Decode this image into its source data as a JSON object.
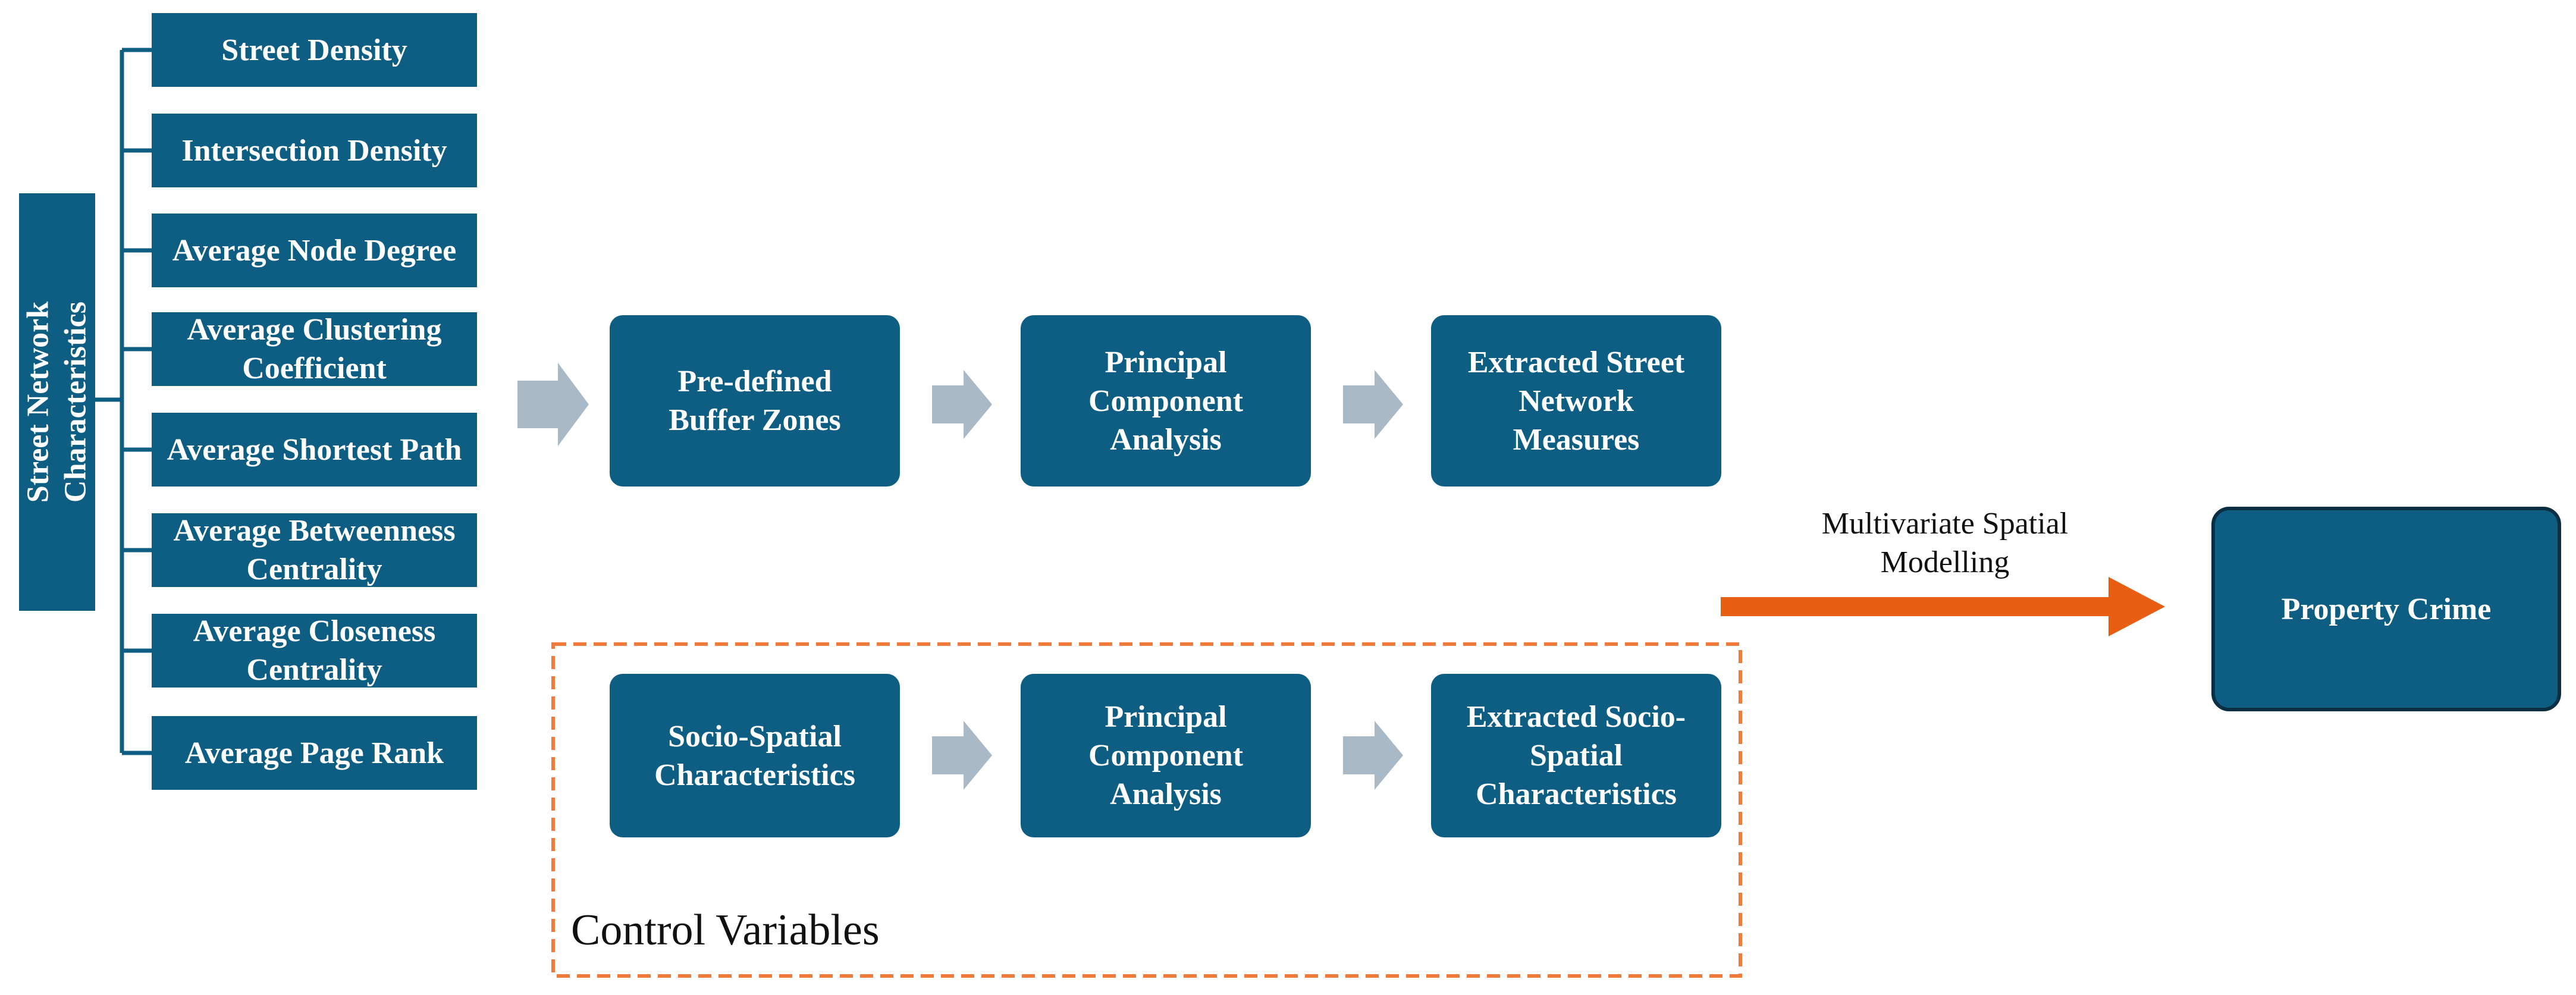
{
  "group_label": "Street Network\nCharacteristics",
  "measures": [
    "Street Density",
    "Intersection Density",
    "Average Node Degree",
    "Average Clustering\nCoefficient",
    "Average Shortest Path",
    "Average Betweenness\nCentrality",
    "Average Closeness\nCentrality",
    "Average Page Rank"
  ],
  "top_flow": [
    "Pre-defined\nBuffer Zones",
    "Principal\nComponent\nAnalysis",
    "Extracted Street\nNetwork\nMeasures"
  ],
  "bottom_flow": [
    "Socio-Spatial\nCharacteristics",
    "Principal\nComponent\nAnalysis",
    "Extracted Socio-\nSpatial\nCharacteristics"
  ],
  "control_label": "Control Variables",
  "model_label": "Multivariate Spatial\nModelling",
  "outcome": "Property Crime",
  "colors": {
    "box_fill": "#0d5e82",
    "outcome_border": "#0a2e44",
    "flow_arrow": "#a9b9c6",
    "main_arrow": "#e85e12",
    "control_border": "#ef7a3a",
    "bracket": "#0d5e82"
  }
}
